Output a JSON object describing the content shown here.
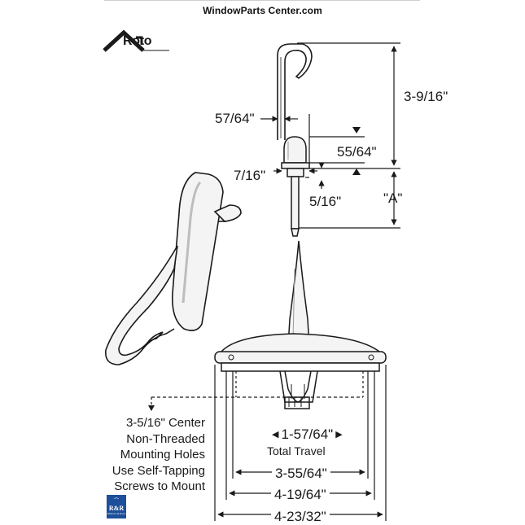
{
  "header": {
    "site_name": "WindowParts Center.com"
  },
  "brand": {
    "name": "Roto"
  },
  "dimensions": {
    "hook_offset": "57/64\"",
    "hook_height": "3-9/16\"",
    "knob_height": "55/64\"",
    "base_width_small": "7/16\"",
    "stem_width": "5/16\"",
    "a_dimension": "\"A\"",
    "travel": "1-57/64\"",
    "travel_label": "Total Travel",
    "width_inner": "3-55/64\"",
    "width_middle": "4-19/64\"",
    "width_outer": "4-23/32\""
  },
  "mounting_note": [
    "3-5/16\" Center",
    "Non-Threaded",
    "Mounting Holes",
    "Use Self-Tapping",
    "Screws to Mount"
  ],
  "logo": {
    "main": "R&R",
    "sub": "Windows & Doors"
  },
  "colors": {
    "line": "#1a1a1a",
    "logo_blue": "#1d4f9a",
    "handle_fill": "#f4f4f4",
    "shade": "#d9d9d9"
  }
}
